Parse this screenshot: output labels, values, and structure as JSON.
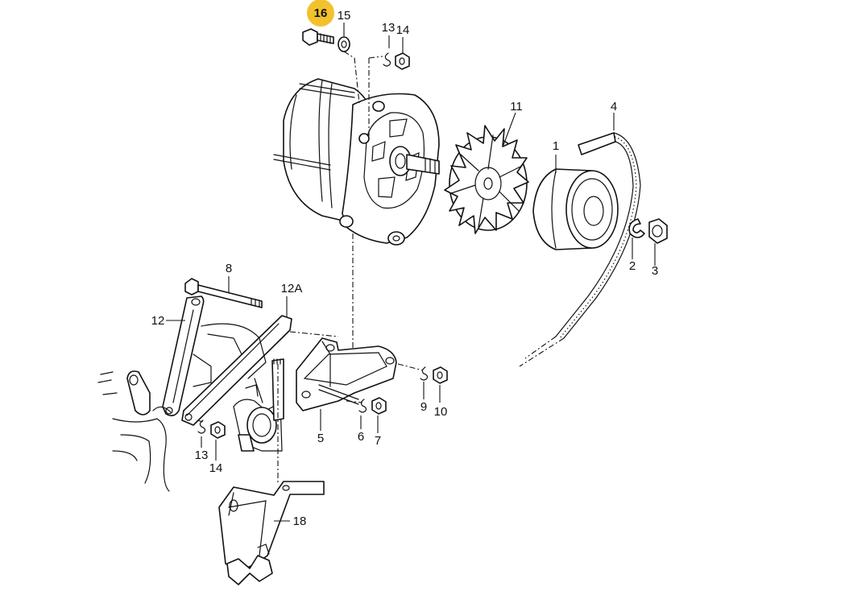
{
  "colors": {
    "highlight": "#f2c12e",
    "ink": "#111111",
    "background": "#ffffff"
  },
  "labels": {
    "l16": "16",
    "l15": "15",
    "l13a": "13",
    "l14a": "14",
    "l11": "11",
    "l4": "4",
    "l1": "1",
    "l2": "2",
    "l3": "3",
    "l8": "8",
    "l12a": "12A",
    "l12": "12",
    "l9": "9",
    "l10": "10",
    "l6": "6",
    "l7": "7",
    "l5": "5",
    "l13b": "13",
    "l14b": "14",
    "l18": "18"
  },
  "highlighted_part": "16"
}
